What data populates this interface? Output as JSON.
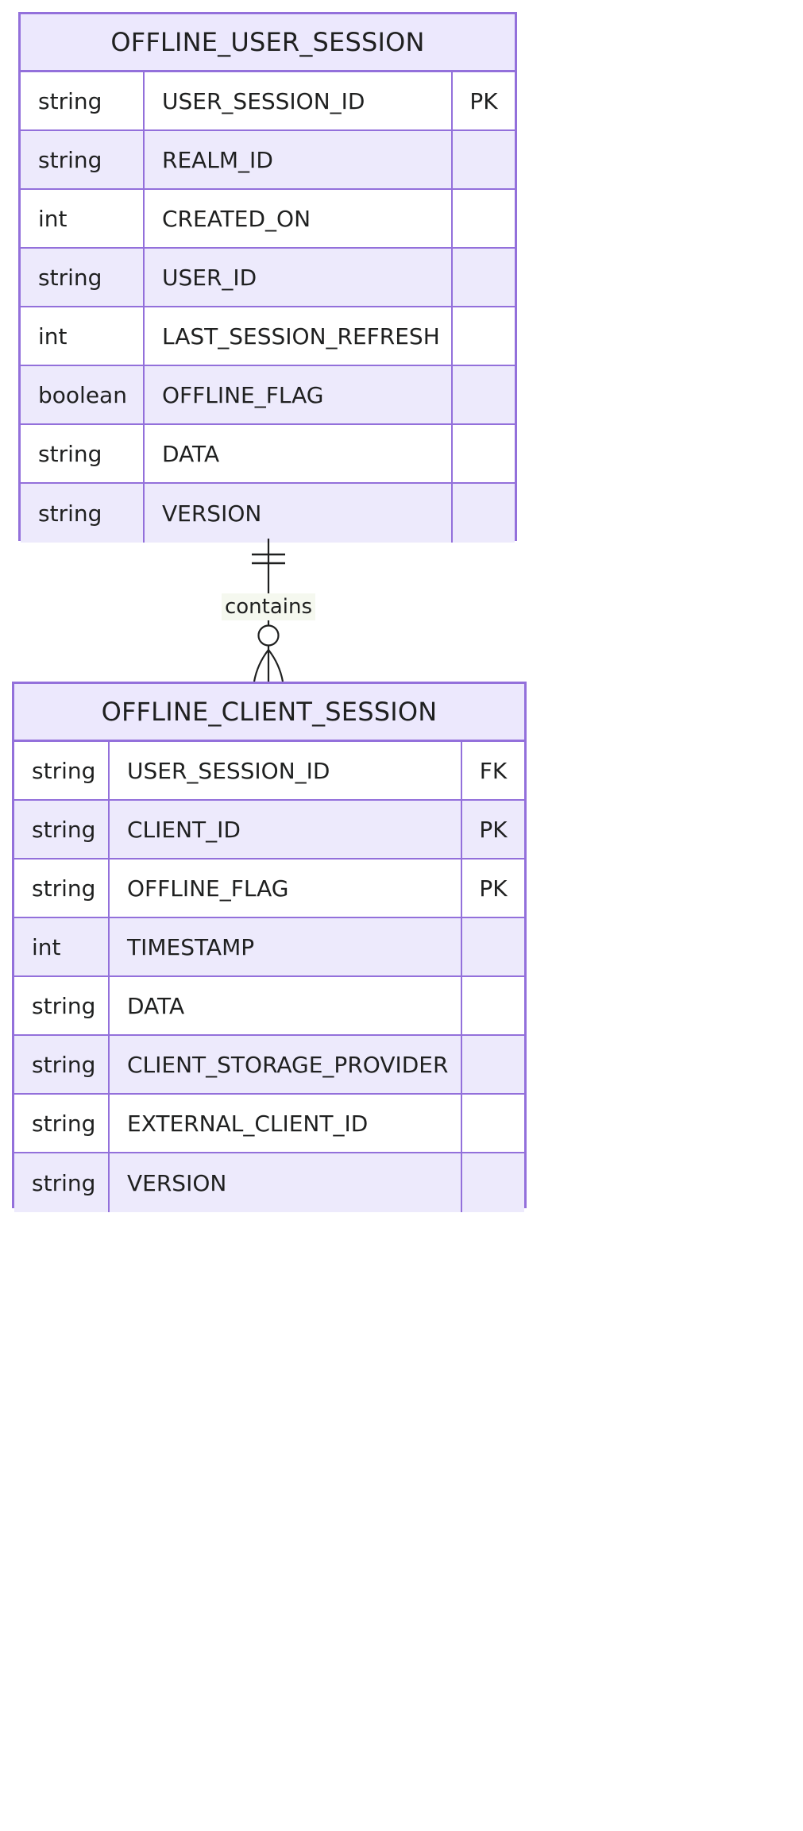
{
  "diagram": {
    "type": "entity-relationship-diagram",
    "entities": [
      {
        "id": "offline-user-session",
        "name": "OFFLINE_USER_SESSION",
        "attributes": [
          {
            "type": "string",
            "name": "USER_SESSION_ID",
            "key": "PK"
          },
          {
            "type": "string",
            "name": "REALM_ID",
            "key": ""
          },
          {
            "type": "int",
            "name": "CREATED_ON",
            "key": ""
          },
          {
            "type": "string",
            "name": "USER_ID",
            "key": ""
          },
          {
            "type": "int",
            "name": "LAST_SESSION_REFRESH",
            "key": ""
          },
          {
            "type": "boolean",
            "name": "OFFLINE_FLAG",
            "key": ""
          },
          {
            "type": "string",
            "name": "DATA",
            "key": ""
          },
          {
            "type": "string",
            "name": "VERSION",
            "key": ""
          }
        ]
      },
      {
        "id": "offline-client-session",
        "name": "OFFLINE_CLIENT_SESSION",
        "attributes": [
          {
            "type": "string",
            "name": "USER_SESSION_ID",
            "key": "FK"
          },
          {
            "type": "string",
            "name": "CLIENT_ID",
            "key": "PK"
          },
          {
            "type": "string",
            "name": "OFFLINE_FLAG",
            "key": "PK"
          },
          {
            "type": "int",
            "name": "TIMESTAMP",
            "key": ""
          },
          {
            "type": "string",
            "name": "DATA",
            "key": ""
          },
          {
            "type": "string",
            "name": "CLIENT_STORAGE_PROVIDER",
            "key": ""
          },
          {
            "type": "string",
            "name": "EXTERNAL_CLIENT_ID",
            "key": ""
          },
          {
            "type": "string",
            "name": "VERSION",
            "key": ""
          }
        ]
      }
    ],
    "relationships": [
      {
        "id": "contains",
        "label": "contains",
        "from": "OFFLINE_USER_SESSION",
        "to": "OFFLINE_CLIENT_SESSION",
        "from_cardinality": "exactly-one",
        "to_cardinality": "zero-or-more"
      }
    ]
  },
  "colors": {
    "entity_border": "#9370DB",
    "entity_header_fill": "#ECE8FD",
    "row_alt_fill": "#EDEAFC",
    "row_fill": "#FFFFFF",
    "text": "#1F2020",
    "relation_line": "#1F2020",
    "label_background": "#F5F8EF"
  }
}
